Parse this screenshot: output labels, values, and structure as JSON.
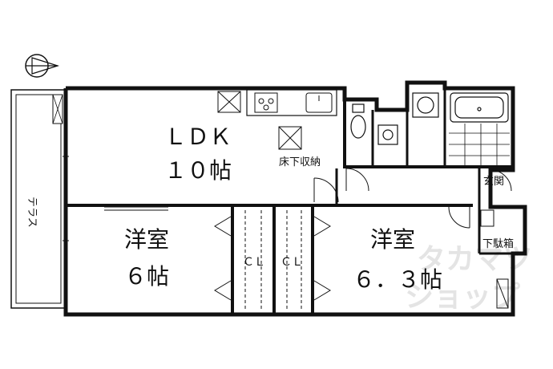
{
  "rooms": {
    "ldk": {
      "name": "ＬＤＫ",
      "size": "１０帖"
    },
    "western_left": {
      "name": "洋室",
      "size": "６帖"
    },
    "western_right": {
      "name": "洋室",
      "size": "６．３帖"
    }
  },
  "labels": {
    "terrace": "テラス",
    "underfloor_storage": "床下収納",
    "closet": "ＣＬ",
    "entrance": "玄関",
    "shoe_box": "下駄箱"
  },
  "watermark": {
    "line1": "タカマツ",
    "line2": "ショップ"
  }
}
